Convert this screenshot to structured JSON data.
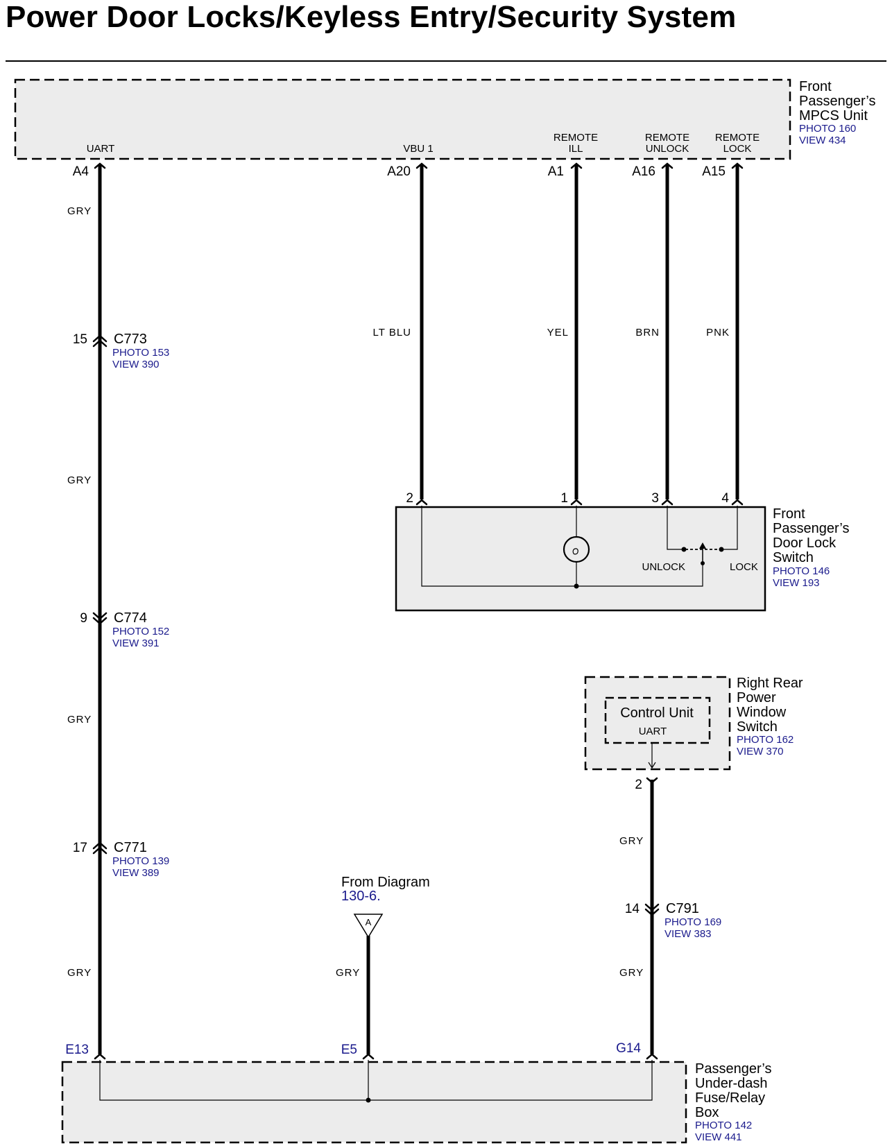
{
  "title": "Power Door Locks/Keyless Entry/Security System",
  "mpcs_unit": {
    "name_lines": [
      "Front",
      "Passenger’s",
      "MPCS Unit"
    ],
    "photo": "PHOTO 160",
    "view": "VIEW 434",
    "terminals": [
      {
        "func": [
          "UART"
        ],
        "pin": "A4"
      },
      {
        "func": [
          "VBU 1"
        ],
        "pin": "A20"
      },
      {
        "func": [
          "REMOTE",
          "ILL"
        ],
        "pin": "A1"
      },
      {
        "func": [
          "REMOTE",
          "UNLOCK"
        ],
        "pin": "A16"
      },
      {
        "func": [
          "REMOTE",
          "LOCK"
        ],
        "pin": "A15"
      }
    ]
  },
  "left_wire": {
    "colors": [
      "GRY",
      "GRY",
      "GRY",
      "GRY"
    ],
    "connectors": [
      {
        "pin": "15",
        "id": "C773",
        "photo": "PHOTO 153",
        "view": "VIEW 390"
      },
      {
        "pin": "9",
        "id": "C774",
        "photo": "PHOTO 152",
        "view": "VIEW 391"
      },
      {
        "pin": "17",
        "id": "C771",
        "photo": "PHOTO 139",
        "view": "VIEW 389"
      }
    ]
  },
  "upper_wires": {
    "colors": [
      "LT BLU",
      "YEL",
      "BRN",
      "PNK"
    ]
  },
  "door_lock_switch": {
    "name_lines": [
      "Front",
      "Passenger’s",
      "Door Lock",
      "Switch"
    ],
    "photo": "PHOTO 146",
    "view": "VIEW 193",
    "pins": [
      "2",
      "1",
      "3",
      "4"
    ],
    "unlock_label": "UNLOCK",
    "lock_label": "LOCK"
  },
  "rear_window_switch": {
    "name_lines": [
      "Right Rear",
      "Power",
      "Window",
      "Switch"
    ],
    "photo": "PHOTO 162",
    "view": "VIEW 370",
    "control_unit": "Control Unit",
    "uart": "UART",
    "pin": "2"
  },
  "right_wire": {
    "colors": [
      "GRY",
      "GRY"
    ],
    "connector": {
      "pin": "14",
      "id": "C791",
      "photo": "PHOTO 169",
      "view": "VIEW 383"
    }
  },
  "from_diagram": {
    "text": "From Diagram",
    "ref": "130-6.",
    "marker": "A",
    "wire_color": "GRY"
  },
  "fuse_box": {
    "name_lines": [
      "Passenger’s",
      "Under-dash",
      "Fuse/Relay",
      "Box"
    ],
    "photo": "PHOTO 142",
    "view": "VIEW 441",
    "pins": [
      "E13",
      "E5",
      "G14"
    ]
  }
}
